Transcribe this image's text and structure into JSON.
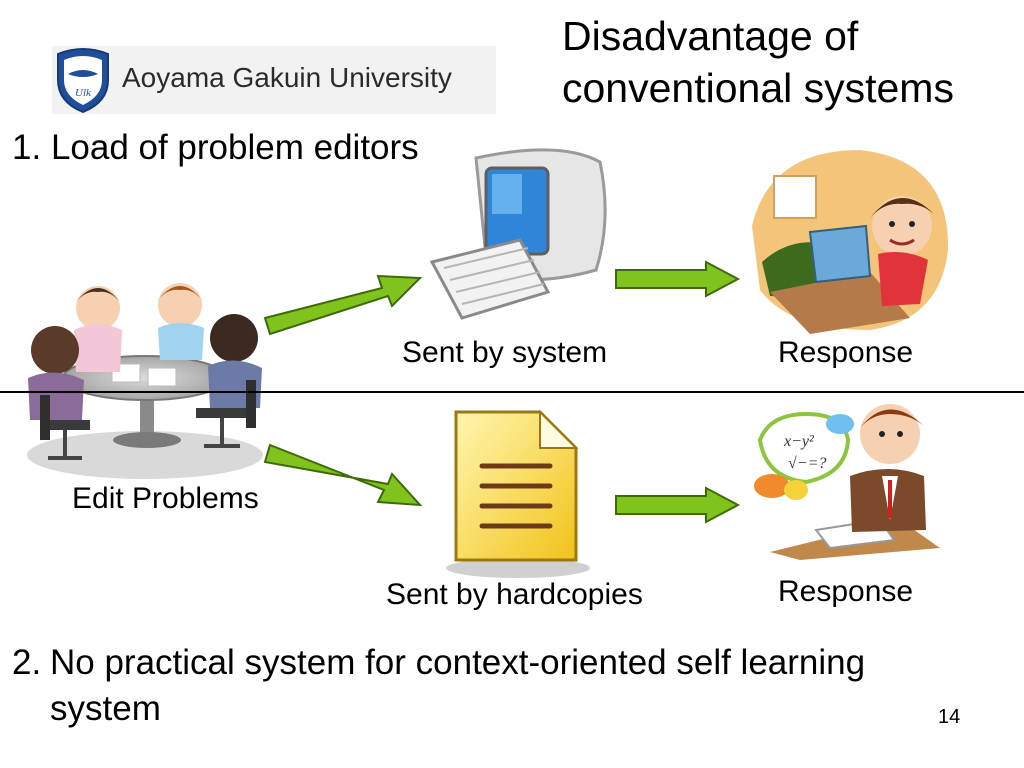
{
  "header": {
    "logo_text": "Aoyama Gakuin University",
    "title_line1": "Disadvantage of",
    "title_line2": "conventional systems"
  },
  "points": [
    {
      "number": "1.",
      "text": "Load of problem editors"
    },
    {
      "number": "2.",
      "text_line1": "No practical system for context-oriented self learning",
      "text_line2": "system"
    }
  ],
  "diagram": {
    "editors_label": "Edit Problems",
    "upper": {
      "method_label": "Sent by system",
      "result_label": "Response"
    },
    "lower": {
      "method_label": "Sent by hardcopies",
      "result_label": "Response"
    },
    "arrow_color": "#7fc31c",
    "arrow_stroke": "#3f6a0a"
  },
  "footer": {
    "page_number": "14"
  }
}
